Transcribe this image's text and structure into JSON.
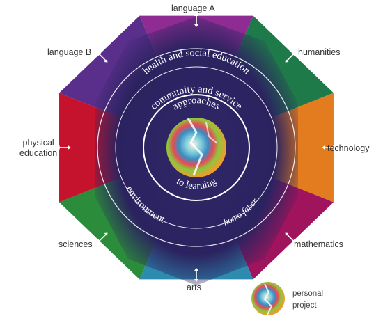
{
  "subject_groups": [
    {
      "key": "language-a",
      "label": "language A",
      "color": "#8e2c93"
    },
    {
      "key": "humanities",
      "label": "humanities",
      "color": "#1f7a4a"
    },
    {
      "key": "technology",
      "label": "technology",
      "color": "#e37c1e"
    },
    {
      "key": "mathematics",
      "label": "mathematics",
      "color": "#a0145d"
    },
    {
      "key": "arts",
      "label": "arts",
      "color": "#2e8bb0"
    },
    {
      "key": "sciences",
      "label": "sciences",
      "color": "#2b8c3b"
    },
    {
      "key": "physical-education",
      "label": "physical\neducation",
      "color": "#c5132e"
    },
    {
      "key": "language-b",
      "label": "language B",
      "color": "#5a2f8c"
    }
  ],
  "areas_of_interaction": {
    "health_social": "health and social education",
    "community_service": "community and service",
    "environment": "environment",
    "homo_faber": "homo faber",
    "approaches_top": "approaches",
    "approaches_bottom": "to learning"
  },
  "legend": {
    "line1": "personal",
    "line2": "project"
  },
  "colors": {
    "center": "#2d2460",
    "ring_lines": "#ffffff",
    "outer_text": "#333333"
  }
}
